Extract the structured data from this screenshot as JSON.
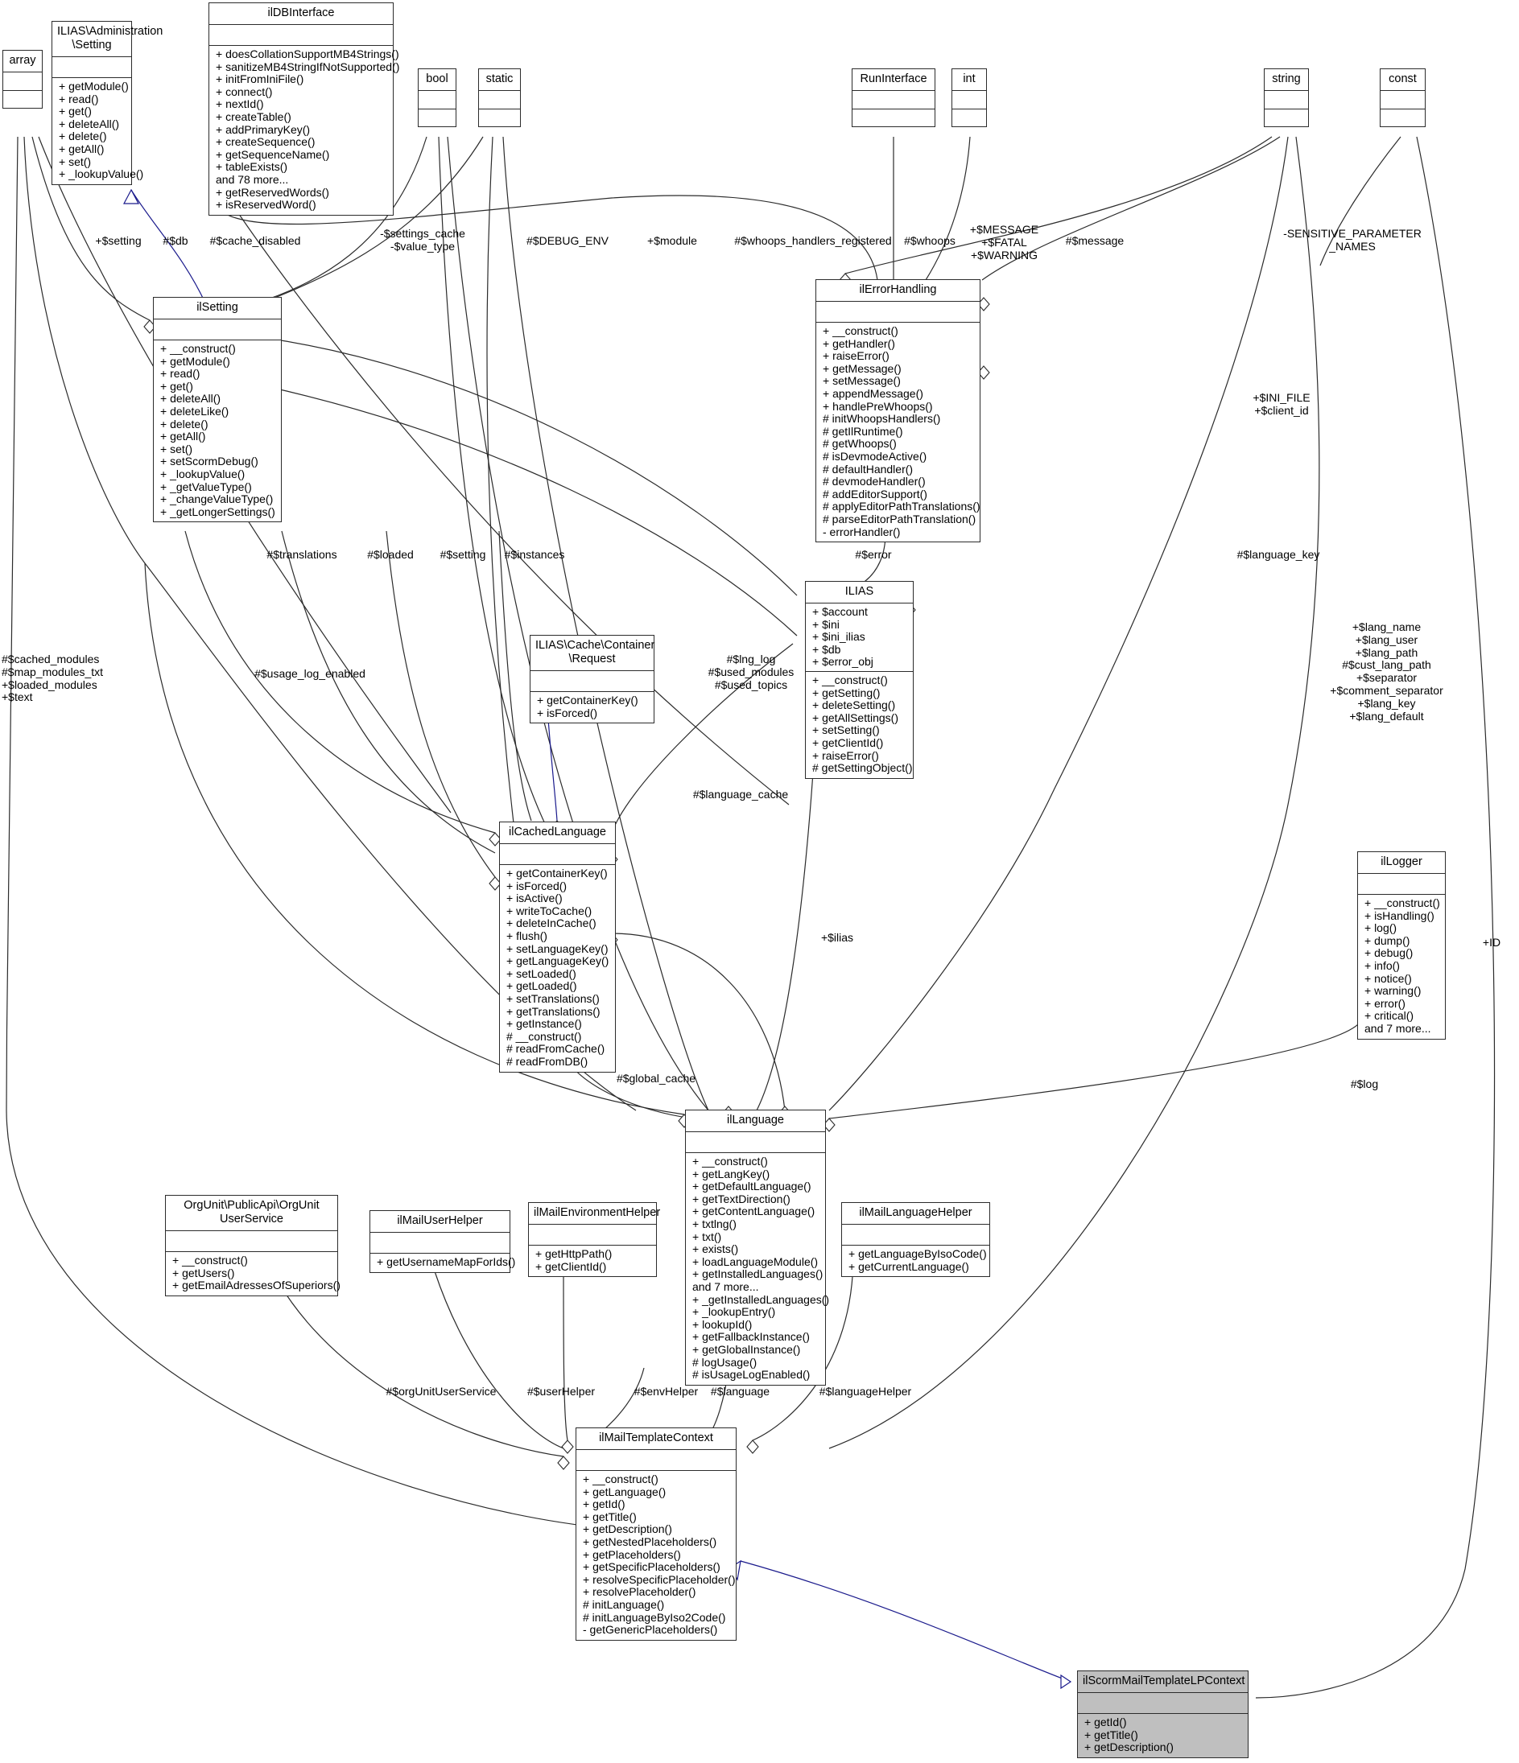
{
  "diagram": {
    "kind": "uml-class-diagram",
    "title": "ilScormMailTemplateLPContext collaboration diagram",
    "colors": {
      "line": "#2b2b2b",
      "inheritance": "#1a1a8c",
      "node_fill": "#ffffff",
      "highlight_fill": "#bfbfbf"
    }
  },
  "nodes": [
    {
      "id": "array",
      "name": "array",
      "attrs": [],
      "ops": [],
      "filled": false
    },
    {
      "id": "ilias_administration_setting",
      "name": "ILIAS\\Administration\n\\Setting",
      "attrs": [],
      "ops": [
        "+ getModule()",
        "+ read()",
        "+ get()",
        "+ deleteAll()",
        "+ delete()",
        "+ getAll()",
        "+ set()",
        "+ _lookupValue()"
      ],
      "filled": false
    },
    {
      "id": "ildbinterface",
      "name": "ilDBInterface",
      "attrs": [],
      "ops": [
        "+ doesCollationSupportMB4Strings()",
        "+ sanitizeMB4StringIfNotSupported()",
        "+ initFromIniFile()",
        "+ connect()",
        "+ nextId()",
        "+ createTable()",
        "+ addPrimaryKey()",
        "+ createSequence()",
        "+ getSequenceName()",
        "+ tableExists()",
        "and 78 more...",
        "+ getReservedWords()",
        "+ isReservedWord()"
      ],
      "filled": false
    },
    {
      "id": "bool",
      "name": "bool",
      "attrs": [],
      "ops": [],
      "filled": false
    },
    {
      "id": "static",
      "name": "static",
      "attrs": [],
      "ops": [],
      "filled": false
    },
    {
      "id": "runinterface",
      "name": "RunInterface",
      "attrs": [],
      "ops": [],
      "filled": false
    },
    {
      "id": "int",
      "name": "int",
      "attrs": [],
      "ops": [],
      "filled": false
    },
    {
      "id": "string",
      "name": "string",
      "attrs": [],
      "ops": [],
      "filled": false
    },
    {
      "id": "const",
      "name": "const",
      "attrs": [],
      "ops": [],
      "filled": false
    },
    {
      "id": "ilsetting",
      "name": "ilSetting",
      "attrs": [],
      "ops": [
        "+ __construct()",
        "+ getModule()",
        "+ read()",
        "+ get()",
        "+ deleteAll()",
        "+ deleteLike()",
        "+ delete()",
        "+ getAll()",
        "+ set()",
        "+ setScormDebug()",
        "+ _lookupValue()",
        "+ _getValueType()",
        "+ _changeValueType()",
        "+ _getLongerSettings()"
      ],
      "filled": false
    },
    {
      "id": "ilerrorhandling",
      "name": "ilErrorHandling",
      "attrs": [],
      "ops": [
        "+ __construct()",
        "+ getHandler()",
        "+ raiseError()",
        "+ getMessage()",
        "+ setMessage()",
        "+ appendMessage()",
        "+ handlePreWhoops()",
        "# initWhoopsHandlers()",
        "# getIlRuntime()",
        "# getWhoops()",
        "# isDevmodeActive()",
        "# defaultHandler()",
        "# devmodeHandler()",
        "# addEditorSupport()",
        "# applyEditorPathTranslations()",
        "# parseEditorPathTranslation()",
        "- errorHandler()"
      ],
      "filled": false
    },
    {
      "id": "ilias",
      "name": "ILIAS",
      "attrs": [
        "+ $account",
        "+ $ini",
        "+ $ini_ilias",
        "+ $db",
        "+ $error_obj"
      ],
      "ops": [
        "+ __construct()",
        "+ getSetting()",
        "+ deleteSetting()",
        "+ getAllSettings()",
        "+ setSetting()",
        "+ getClientId()",
        "+ raiseError()",
        "# getSettingObject()"
      ],
      "filled": false
    },
    {
      "id": "ilias_cache_container_request",
      "name": "ILIAS\\Cache\\Container\n\\Request",
      "attrs": [],
      "ops": [
        "+ getContainerKey()",
        "+ isForced()"
      ],
      "filled": false
    },
    {
      "id": "ilcachedlanguage",
      "name": "ilCachedLanguage",
      "attrs": [],
      "ops": [
        "+ getContainerKey()",
        "+ isForced()",
        "+ isActive()",
        "+ writeToCache()",
        "+ deleteInCache()",
        "+ flush()",
        "+ setLanguageKey()",
        "+ getLanguageKey()",
        "+ setLoaded()",
        "+ getLoaded()",
        "+ setTranslations()",
        "+ getTranslations()",
        "+ getInstance()",
        "# __construct()",
        "# readFromCache()",
        "# readFromDB()"
      ],
      "filled": false
    },
    {
      "id": "illogger",
      "name": "ilLogger",
      "attrs": [],
      "ops": [
        "+ __construct()",
        "+ isHandling()",
        "+ log()",
        "+ dump()",
        "+ debug()",
        "+ info()",
        "+ notice()",
        "+ warning()",
        "+ error()",
        "+ critical()",
        "and 7 more..."
      ],
      "filled": false
    },
    {
      "id": "illanguage",
      "name": "ilLanguage",
      "attrs": [],
      "ops": [
        "+ __construct()",
        "+ getLangKey()",
        "+ getDefaultLanguage()",
        "+ getTextDirection()",
        "+ getContentLanguage()",
        "+ txtlng()",
        "+ txt()",
        "+ exists()",
        "+ loadLanguageModule()",
        "+ getInstalledLanguages()",
        "and 7 more...",
        "+ _getInstalledLanguages()",
        "+ _lookupEntry()",
        "+ lookupId()",
        "+ getFallbackInstance()",
        "+ getGlobalInstance()",
        "# logUsage()",
        "# isUsageLogEnabled()"
      ],
      "filled": false
    },
    {
      "id": "orgunit_publicapi_orgunituserservice",
      "name": "OrgUnit\\PublicApi\\OrgUnit\nUserService",
      "attrs": [],
      "ops": [
        "+ __construct()",
        "+ getUsers()",
        "+ getEmailAdressesOfSuperiors()"
      ],
      "filled": false
    },
    {
      "id": "ilmailuserhelper",
      "name": "ilMailUserHelper",
      "attrs": [],
      "ops": [
        "+ getUsernameMapForIds()"
      ],
      "filled": false
    },
    {
      "id": "ilmailenvironmenthelper",
      "name": "ilMailEnvironmentHelper",
      "attrs": [],
      "ops": [
        "+ getHttpPath()",
        "+ getClientId()"
      ],
      "filled": false
    },
    {
      "id": "ilmaillanguagehelper",
      "name": "ilMailLanguageHelper",
      "attrs": [],
      "ops": [
        "+ getLanguageByIsoCode()",
        "+ getCurrentLanguage()"
      ],
      "filled": false
    },
    {
      "id": "ilmailtemplatecontext",
      "name": "ilMailTemplateContext",
      "attrs": [],
      "ops": [
        "+ __construct()",
        "+ getLanguage()",
        "+ getId()",
        "+ getTitle()",
        "+ getDescription()",
        "+ getNestedPlaceholders()",
        "+ getPlaceholders()",
        "+ getSpecificPlaceholders()",
        "+ resolveSpecificPlaceholder()",
        "+ resolvePlaceholder()",
        "# initLanguage()",
        "# initLanguageByIso2Code()",
        "- getGenericPlaceholders()"
      ],
      "filled": false
    },
    {
      "id": "ilscormmailtemplatelpcontext",
      "name": "ilScormMailTemplateLPContext",
      "attrs": [],
      "ops": [
        "+ getId()",
        "+ getTitle()",
        "+ getDescription()"
      ],
      "filled": true
    }
  ],
  "edge_labels": [
    {
      "id": "setting",
      "text": "+$setting"
    },
    {
      "id": "db",
      "text": "#$db"
    },
    {
      "id": "cache_disabled",
      "text": "#$cache_disabled"
    },
    {
      "id": "settings_cache",
      "text": "-$settings_cache\n-$value_type"
    },
    {
      "id": "debug_env",
      "text": "#$DEBUG_ENV"
    },
    {
      "id": "module",
      "text": "+$module"
    },
    {
      "id": "whoops_handlers_registered",
      "text": "#$whoops_handlers_registered"
    },
    {
      "id": "whoops",
      "text": "#$whoops"
    },
    {
      "id": "message_consts",
      "text": "+$MESSAGE\n+$FATAL\n+$WARNING"
    },
    {
      "id": "message",
      "text": "#$message"
    },
    {
      "id": "sensitive_parameter_names",
      "text": "-SENSITIVE_PARAMETER\n_NAMES"
    },
    {
      "id": "ini_file",
      "text": "+$INI_FILE\n+$client_id"
    },
    {
      "id": "translations",
      "text": "#$translations"
    },
    {
      "id": "loaded",
      "text": "#$loaded"
    },
    {
      "id": "setting2",
      "text": "#$setting"
    },
    {
      "id": "instances",
      "text": "#$instances"
    },
    {
      "id": "error",
      "text": "#$error"
    },
    {
      "id": "language_key",
      "text": "#$language_key"
    },
    {
      "id": "cached_modules",
      "text": "#$cached_modules\n#$map_modules_txt\n+$loaded_modules\n+$text"
    },
    {
      "id": "usage_log_enabled",
      "text": "#$usage_log_enabled"
    },
    {
      "id": "lng_log",
      "text": "#$lng_log\n#$used_modules\n#$used_topics"
    },
    {
      "id": "lang_name",
      "text": "+$lang_name\n+$lang_user\n+$lang_path\n#$cust_lang_path\n+$separator\n+$comment_separator\n+$lang_key\n+$lang_default"
    },
    {
      "id": "language_cache",
      "text": "#$language_cache"
    },
    {
      "id": "ilias_ref",
      "text": "+$ilias"
    },
    {
      "id": "log",
      "text": "#$log"
    },
    {
      "id": "id",
      "text": "+ID"
    },
    {
      "id": "global_cache",
      "text": "#$global_cache"
    },
    {
      "id": "orgunituserservice",
      "text": "#$orgUnitUserService"
    },
    {
      "id": "userhelper",
      "text": "#$userHelper"
    },
    {
      "id": "envhelper",
      "text": "#$envHelper"
    },
    {
      "id": "language",
      "text": "#$language"
    },
    {
      "id": "languagehelper",
      "text": "#$languageHelper"
    }
  ]
}
